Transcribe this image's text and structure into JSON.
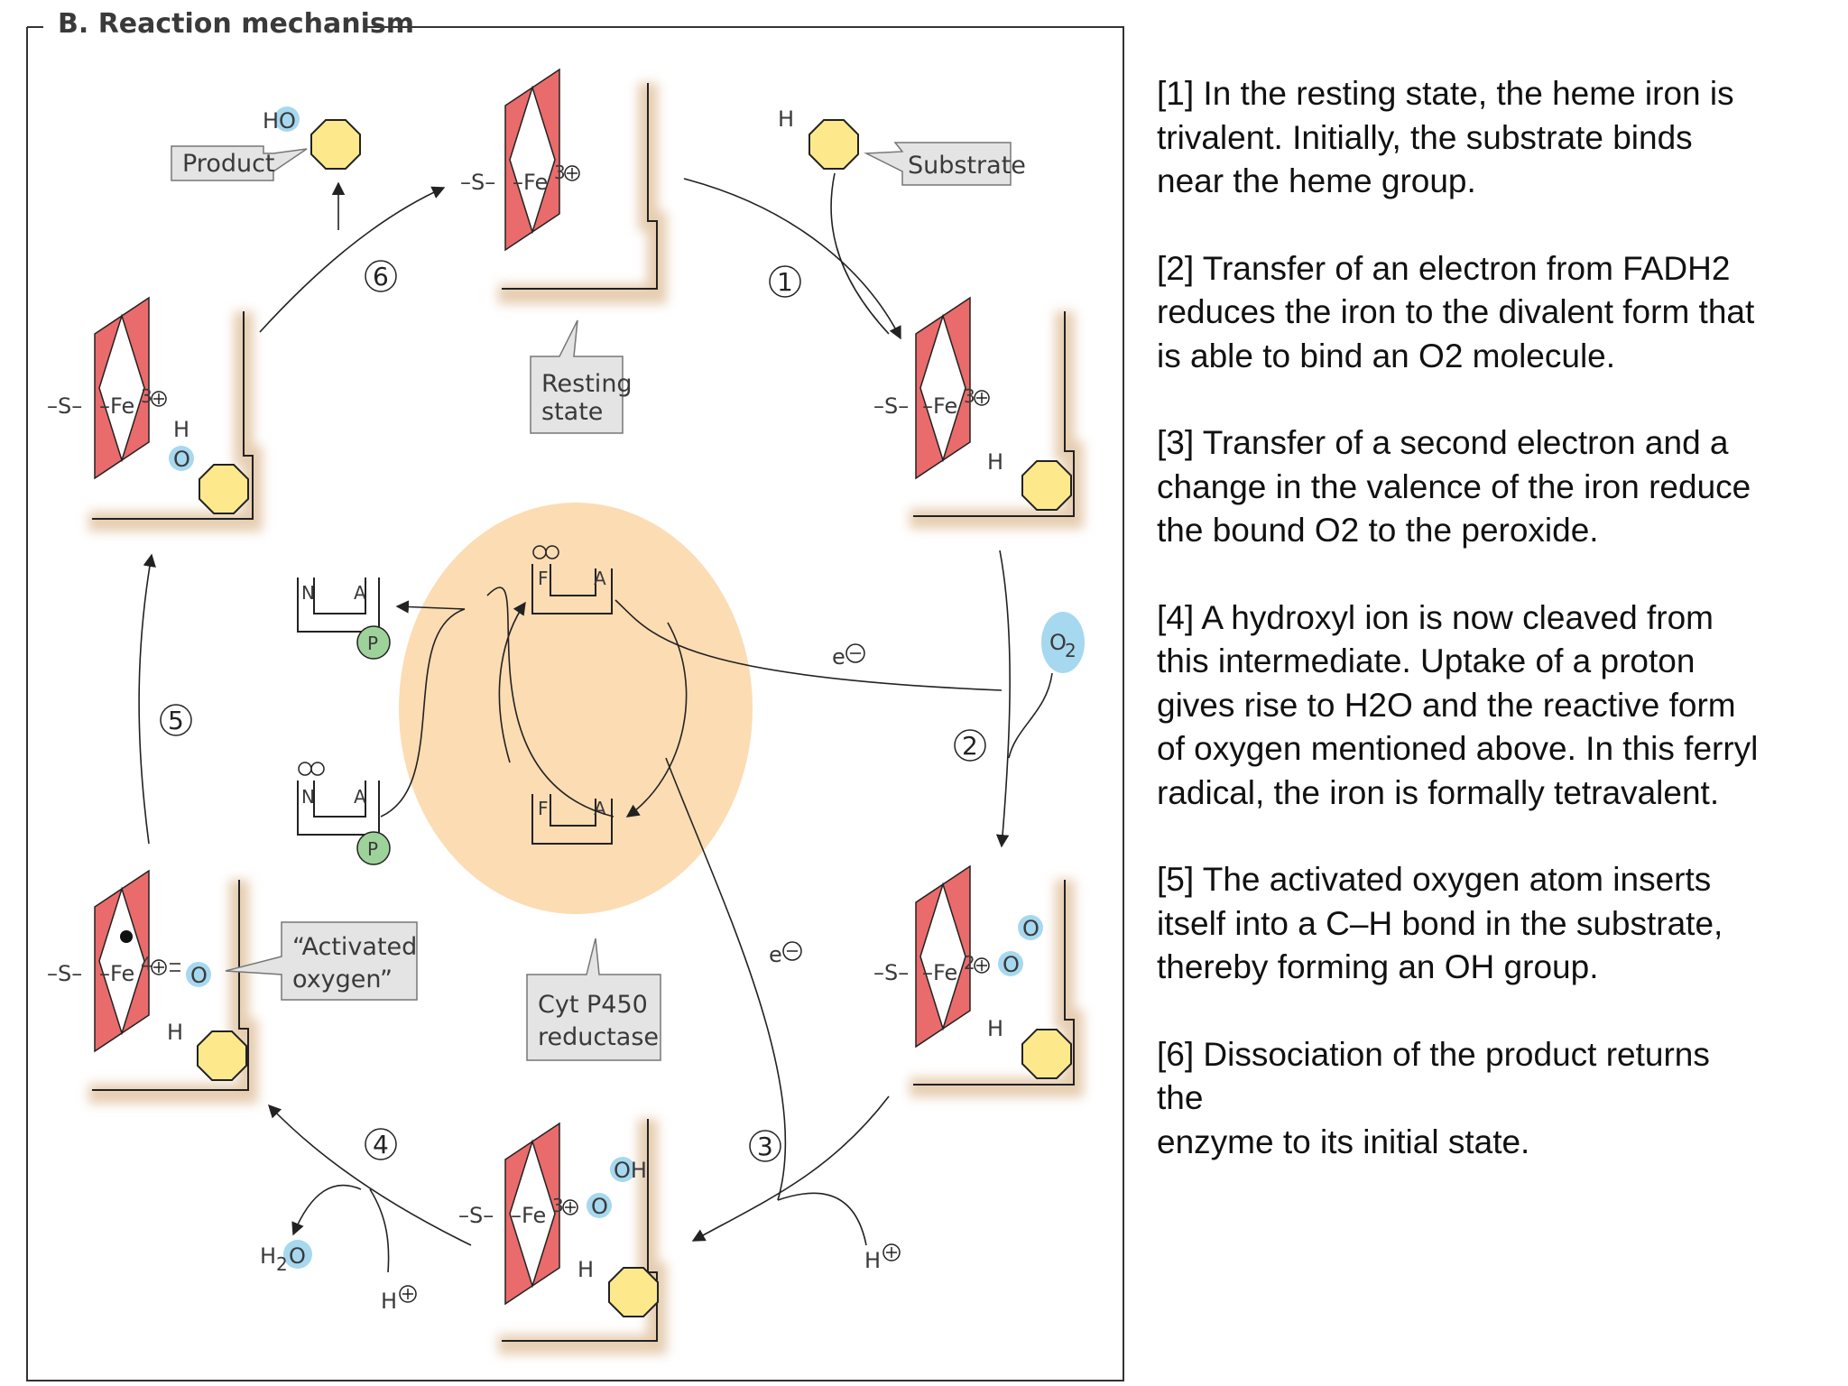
{
  "diagram": {
    "title": "B. Reaction mechanism",
    "labels": {
      "product": "Product",
      "substrate": "Substrate",
      "resting_line1": "Resting",
      "resting_line2": "state",
      "activated_line1": "“Activated",
      "activated_line2": "oxygen”",
      "reductase_line1": "Cyt P450",
      "reductase_line2": "reductase"
    },
    "steps": [
      "1",
      "2",
      "3",
      "4",
      "5",
      "6"
    ],
    "chem": {
      "ho": "HO",
      "h": "H",
      "o": "O",
      "oh": "OH",
      "o2_base": "O",
      "o2_sub": "2",
      "water_base": "H",
      "water_sub": "2",
      "water_end": "O",
      "electron": "e",
      "sulfur": "–S–",
      "fe3": "–Fe",
      "fe3_sup": "3",
      "fe2_sup": "2",
      "fe4_sup": "4",
      "nucleotide_n": "N",
      "nucleotide_a": "A",
      "nucleotide_f": "F",
      "phosphate": "P"
    },
    "colors": {
      "heme_red": "#e96b6b",
      "substrate_yellow": "#fde98c",
      "oxygen_blue": "#a6d8ef",
      "reductase_peach": "#fcdcb3",
      "phosphate_green": "#9dd39a",
      "label_box": "#e4e4e4"
    }
  },
  "steps_text": [
    {
      "lines": [
        "[1] In the resting state, the heme iron is",
        "trivalent. Initially, the substrate binds",
        "near the heme group."
      ]
    },
    {
      "lines": [
        "[2] Transfer of an electron from FADH2",
        "reduces the iron to the divalent form that",
        "is able to bind an O2 molecule."
      ]
    },
    {
      "lines": [
        "[3] Transfer of a second electron and a",
        "change in the valence of the iron reduce",
        "the bound O2 to the peroxide."
      ]
    },
    {
      "lines": [
        "[4] A hydroxyl ion is now cleaved from",
        "this intermediate. Uptake of a proton",
        "gives rise to H2O and the reactive form",
        "of oxygen mentioned above. In this ferryl",
        "radical, the iron is formally tetravalent."
      ]
    },
    {
      "lines": [
        "[5] The activated oxygen atom inserts",
        "itself into a C–H bond in the substrate,",
        "thereby forming an OH group."
      ]
    },
    {
      "lines": [
        "[6] Dissociation of the product returns",
        "the",
        "enzyme to its initial state."
      ]
    }
  ]
}
